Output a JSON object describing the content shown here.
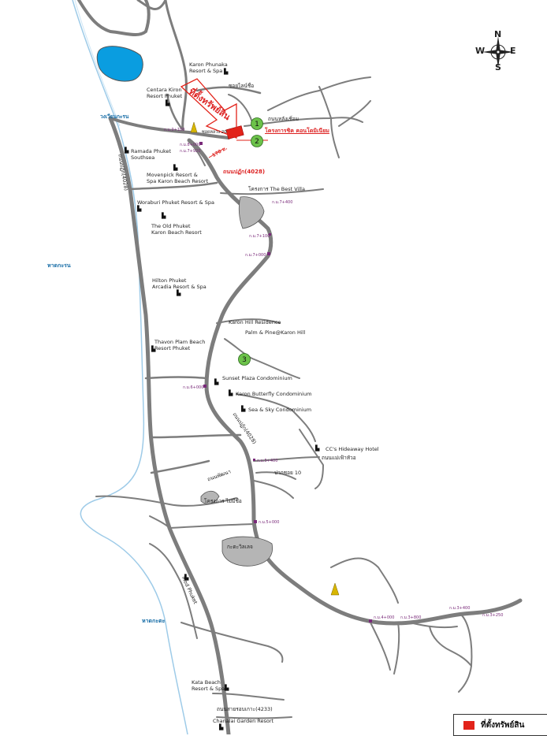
{
  "compass": {
    "n": "N",
    "s": "S",
    "e": "E",
    "w": "W"
  },
  "labels": {
    "karon_phunaka": "Karon Phunaka\nResort & Spa",
    "centara": "Centara Kiron\nResort Phuket",
    "ramada": "Ramada Phuket\nSouthsea",
    "movenpick": "Movenpick Resort &\nSpa Karon Beach Resort",
    "woraburi": "Woraburi Phuket Resort & Spa",
    "old_phuket": "The Old Phuket\nKaron Beach Resort",
    "hilton": "Hilton Phuket\nArcadia Resort & Spa",
    "thavorn": "Thavon Plam Beach\nResort Phuket",
    "karon_hill": "Karon Hill Residence",
    "palm_pine": "Palm & Pine@Karon Hill",
    "sunset": "Sunset Plaza Condominium",
    "butterfly": "Karon Butterfly Condominium",
    "sea_sky": "Sea & Sky Condominium",
    "cc_hideaway": "CC's Hideaway Hotel",
    "best_villa": "โครงการ The Best Villa",
    "mod_phuket": "Mod Phuket",
    "kata_beach": "Kata Beach\nResort & Spa",
    "chanalai": "Chanalai Garden Resort",
    "karon_beach": "หาดกะรน",
    "kata_beach_th": "หาดกะตะ",
    "wat": "วงเวียนกะรน",
    "road_4028": "ถนนปฏัก(4028)",
    "project_name": "โครงการชิค คอนโดมิเนียม",
    "asset_location": "ที่ตั้งทรัพย์สิน",
    "road_4233": "ถนนสายรอบเกาะ(4233)",
    "kor": "ปากซอย 10",
    "road_lowai": "ถนนหลังเชิ่อม",
    "soi_label": "ซอยไลน์ชื่อ",
    "dist": "170 ม.",
    "soi_luang": "ซอยหลวง 20",
    "cc_road": "ถนนแม่เฟ้าหัวอ",
    "road_nai": "ถนนพัฒนา",
    "villa_proj": "โครงการ ไม่มีชื่อ",
    "kata_village": "กะตะวิลเลจ",
    "road_mid": "ถนนปฏัก(4028)",
    "road_low": "ถนนปฏัก(4028)"
  },
  "markers": {
    "m1": "1",
    "m2": "2",
    "m3": "3"
  },
  "km_posts": {
    "k1": "ก.ม.9+100",
    "k2": "ก.ม.8+000",
    "k3": "ก.ม.7+920",
    "k4": "ก.ม.7+400",
    "k5": "ก.ม.7+100",
    "k6": "ก.ม.7+000",
    "k7": "ก.ม.6+000",
    "k8": "ก.ม.5+400",
    "k9": "ก.ม.5+000",
    "k10": "ก.ม.4+000",
    "k11": "ก.ม.3+400",
    "k12": "ก.ม.3+250",
    "k13": "ก.ม.3+800"
  },
  "legend": {
    "label": "ที่ตั้งทรัพย์สิน",
    "color": "#e2231a"
  },
  "colors": {
    "road": "#7d7d7d",
    "sea_line": "#9ecbe8",
    "lake": "#0a9de0",
    "marker": "#6cc24a",
    "asset": "#e2231a"
  }
}
